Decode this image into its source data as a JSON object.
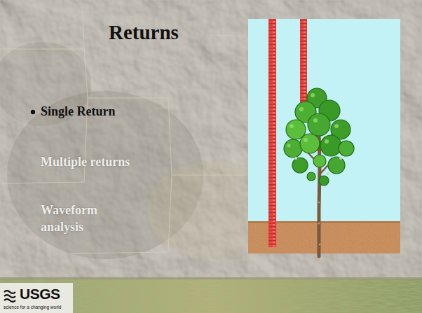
{
  "diagram": {
    "title": "Returns",
    "labels": [
      "Single Return",
      "Multiple returns",
      "Waveform analysis",
      "USGS",
      "science for a changing world"
    ]
  }
}
